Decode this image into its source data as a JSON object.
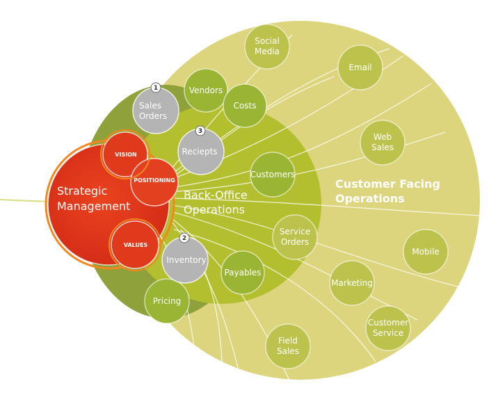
{
  "regions": {
    "strategic": {
      "line1": "Strategic",
      "line2": "Management"
    },
    "back_office": {
      "line1": "Back-Office",
      "line2": "Operations"
    },
    "customer_facing": {
      "line1": "Customer Facing",
      "line2": "Operations"
    }
  },
  "strategy_tags": {
    "vision": "VISION",
    "positioning": "POSITIONING",
    "values": "VALUES"
  },
  "highlighted_nodes": [
    {
      "badge": "1",
      "line1": "Sales",
      "line2": "Orders"
    },
    {
      "badge": "3",
      "line1": "Reciepts",
      "line2": ""
    },
    {
      "badge": "2",
      "line1": "Inventory",
      "line2": ""
    }
  ],
  "back_office_nodes": [
    {
      "line1": "Vendors",
      "line2": ""
    },
    {
      "line1": "Costs",
      "line2": ""
    },
    {
      "line1": "Customers",
      "line2": ""
    },
    {
      "line1": "Payables",
      "line2": ""
    },
    {
      "line1": "Pricing",
      "line2": ""
    }
  ],
  "customer_nodes": [
    {
      "line1": "Social",
      "line2": "Media"
    },
    {
      "line1": "Email",
      "line2": ""
    },
    {
      "line1": "Web",
      "line2": "Sales"
    },
    {
      "line1": "Service",
      "line2": "Orders"
    },
    {
      "line1": "Mobile",
      "line2": ""
    },
    {
      "line1": "Marketing",
      "line2": ""
    },
    {
      "line1": "Customer",
      "line2": "Service"
    },
    {
      "line1": "Field",
      "line2": "Sales"
    }
  ],
  "colors": {
    "outer_fill": "#dcd57e",
    "inner_fill": "#b3bf2e",
    "dark_lobe": "#8ea13a",
    "green_node": "#9ab533",
    "pale_node": "#bcc24c",
    "gray_node": "#b4b4b4",
    "red_core": "#e2361b"
  }
}
